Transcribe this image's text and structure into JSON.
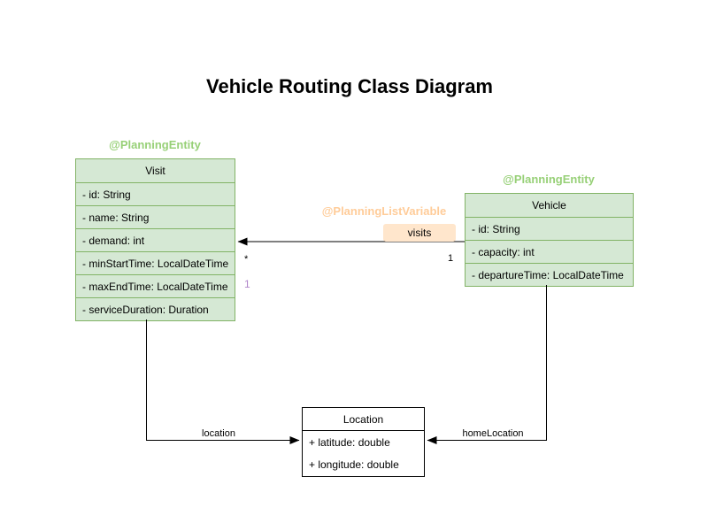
{
  "title": "Vehicle Routing Class Diagram",
  "colors": {
    "class_fill": "#d5e8d4",
    "class_border": "#82b366",
    "plain_border": "#000000",
    "entity_annotation": "#97d077",
    "list_variable_annotation": "#ffcc99",
    "visits_badge_fill": "#ffe6cc",
    "order_index": "#b085c9",
    "edge_stroke": "#000000"
  },
  "classes": {
    "visit": {
      "annotation": "@PlanningEntity",
      "name": "Visit",
      "attributes": [
        "- id: String",
        "- name: String",
        "- demand: int",
        "- minStartTime: LocalDateTime",
        "- maxEndTime: LocalDateTime",
        "- serviceDuration: Duration"
      ]
    },
    "vehicle": {
      "annotation": "@PlanningEntity",
      "name": "Vehicle",
      "attributes": [
        "- id: String",
        "- capacity: int",
        "- departureTime: LocalDateTime"
      ]
    },
    "location": {
      "name": "Location",
      "attributes": [
        "+ latitude: double",
        "+ longitude: double"
      ]
    }
  },
  "relations": {
    "visits": {
      "annotation": "@PlanningListVariable",
      "label": "visits",
      "target_multiplicity": "*",
      "source_multiplicity": "1",
      "order_index": "1"
    },
    "location": {
      "label": "location"
    },
    "home_location": {
      "label": "homeLocation"
    }
  }
}
